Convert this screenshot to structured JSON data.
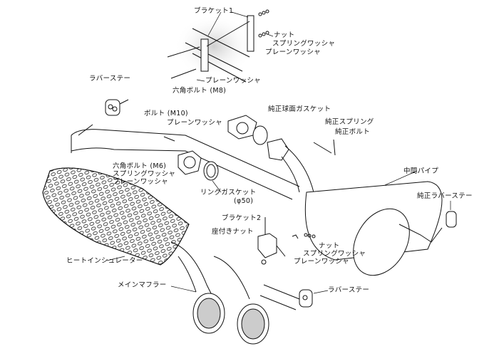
{
  "labels": {
    "bracket1": "ブラケット1",
    "nut_top": "ナット",
    "spring_washer_top": "スプリングワッシャ",
    "plain_washer_top": "プレーンワッシャ",
    "plain_washer_m8": "プレーンワッシャ",
    "hex_bolt_m8": "六角ボルト (M8)",
    "rubber_stay_top": "ラバーステー",
    "bolt_m10": "ボルト (M10)",
    "plain_washer_m10": "プレーンワッシャ",
    "oem_spherical_gasket": "純正球面ガスケット",
    "oem_spring": "純正スプリング",
    "oem_bolt": "純正ボルト",
    "center_pipe": "中間パイプ",
    "hex_bolt_m6": "六角ボルト (M6)",
    "spring_washer_m6": "スプリングワッシャ",
    "plain_washer_m6": "プレーンワッシャ",
    "ring_gasket": "リングガスケット",
    "ring_gasket_size": "(φ50)",
    "oem_rubber_stay": "純正ラバーステー",
    "bracket2": "ブラケット2",
    "seated_nut": "座付きナット",
    "nut_mid": "ナット",
    "spring_washer_mid": "スプリングワッシャ",
    "plain_washer_mid": "プレーンワッシャ",
    "heat_insulator": "ヒートインシュレーター",
    "main_muffler": "メインマフラー",
    "rubber_stay_bottom": "ラバーステー"
  }
}
